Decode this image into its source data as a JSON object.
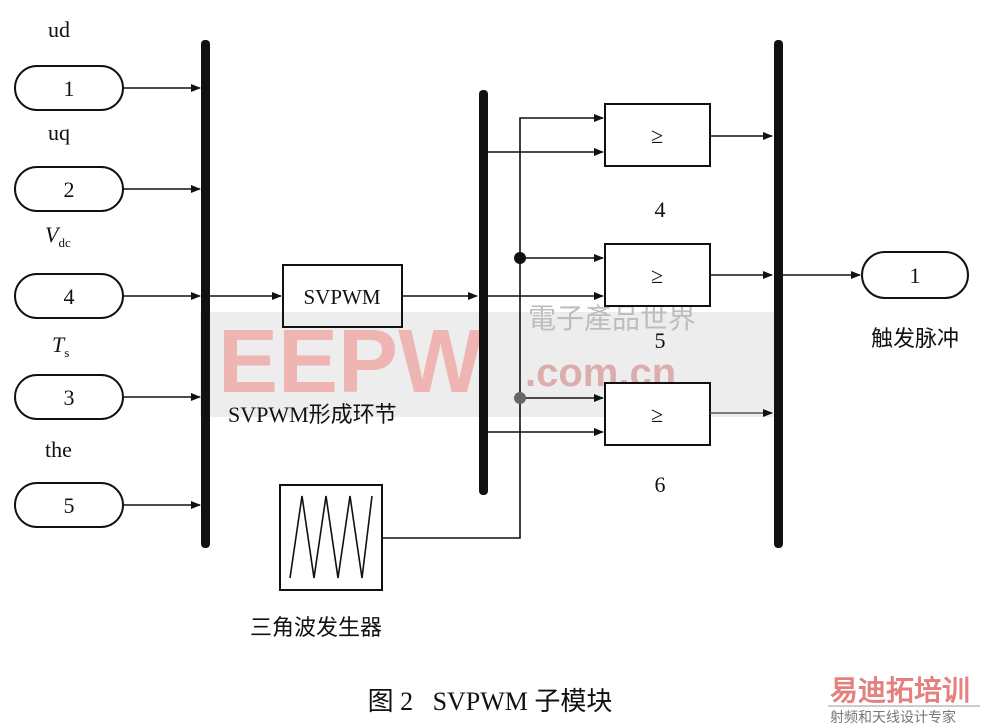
{
  "inports": [
    {
      "label": "ud",
      "number": "1"
    },
    {
      "label": "uq",
      "number": "2"
    },
    {
      "label": "V",
      "sub": "dc",
      "number": "4"
    },
    {
      "label": "T",
      "sub": "s",
      "number": "3"
    },
    {
      "label": "the",
      "number": "5"
    }
  ],
  "svpwm_block": {
    "label": "SVPWM",
    "caption": "SVPWM形成环节"
  },
  "comparators": [
    {
      "symbol": "≥",
      "number": "4"
    },
    {
      "symbol": "≥",
      "number": "5"
    },
    {
      "symbol": "≥",
      "number": "6"
    }
  ],
  "triangle_generator": {
    "caption": "三角波发生器"
  },
  "outport": {
    "number": "1",
    "label": "触发脉冲"
  },
  "figure_caption": "图 2   SVPWM 子模块",
  "watermark": {
    "brand": "EEPW",
    "cn": "電子產品世界",
    "domain": ".com.cn"
  },
  "logo": {
    "title": "易迪拓培训",
    "subtitle": "射频和天线设计专家"
  }
}
